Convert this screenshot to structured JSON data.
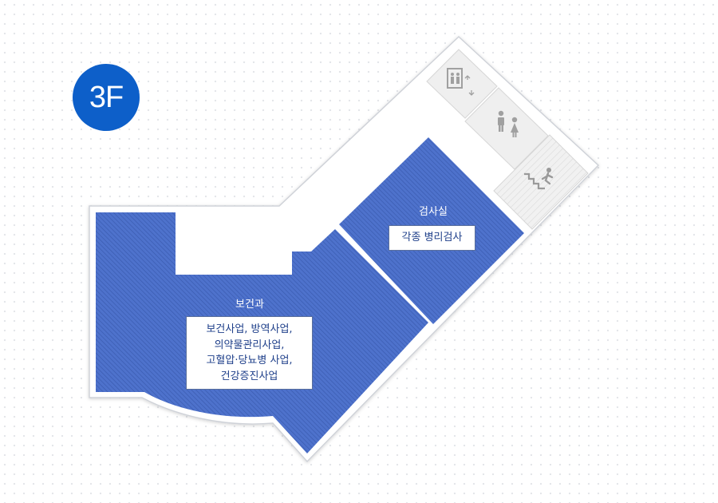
{
  "floor": {
    "label": "3F"
  },
  "rooms": {
    "inspection": {
      "name": "검사실",
      "desc": "각종 병리검사"
    },
    "health": {
      "name": "보건과",
      "desc": "보건사업, 방역사업,\n의약물관리사업,\n고혈압·당뇨병 사업,\n건강증진사업"
    }
  },
  "facilities": {
    "elevator": "elevator-icon",
    "restroom": "restroom-icon",
    "stairs": "stairs-icon"
  },
  "colors": {
    "room_fill": "#4e72cc",
    "badge": "#0d5fc9",
    "facility_fill": "#efefef",
    "icon": "#9a9a9a"
  }
}
